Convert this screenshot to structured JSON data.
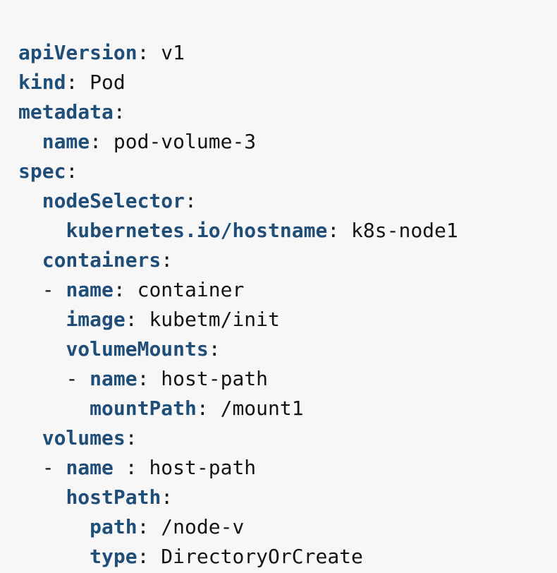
{
  "document": {
    "kind": "yaml-manifest",
    "resource_kind": "Pod",
    "api_version": "v1",
    "name": "pod-volume-3",
    "colors": {
      "background": "#f7f7f7",
      "key": "#1f4e79",
      "value": "#141414",
      "punctuation": "#141414"
    }
  },
  "yaml": {
    "lines": [
      {
        "indent": "",
        "dash": "",
        "key": "apiVersion",
        "sep": ":",
        "value": " v1"
      },
      {
        "indent": "",
        "dash": "",
        "key": "kind",
        "sep": ":",
        "value": " Pod"
      },
      {
        "indent": "",
        "dash": "",
        "key": "metadata",
        "sep": ":",
        "value": ""
      },
      {
        "indent": "  ",
        "dash": "",
        "key": "name",
        "sep": ":",
        "value": " pod-volume-3"
      },
      {
        "indent": "",
        "dash": "",
        "key": "spec",
        "sep": ":",
        "value": ""
      },
      {
        "indent": "  ",
        "dash": "",
        "key": "nodeSelector",
        "sep": ":",
        "value": ""
      },
      {
        "indent": "    ",
        "dash": "",
        "key": "kubernetes.io/hostname",
        "sep": ":",
        "value": " k8s-node1"
      },
      {
        "indent": "  ",
        "dash": "",
        "key": "containers",
        "sep": ":",
        "value": ""
      },
      {
        "indent": "  ",
        "dash": "- ",
        "key": "name",
        "sep": ":",
        "value": " container"
      },
      {
        "indent": "    ",
        "dash": "",
        "key": "image",
        "sep": ":",
        "value": " kubetm/init"
      },
      {
        "indent": "    ",
        "dash": "",
        "key": "volumeMounts",
        "sep": ":",
        "value": ""
      },
      {
        "indent": "    ",
        "dash": "- ",
        "key": "name",
        "sep": ":",
        "value": " host-path"
      },
      {
        "indent": "      ",
        "dash": "",
        "key": "mountPath",
        "sep": ":",
        "value": " /mount1"
      },
      {
        "indent": "  ",
        "dash": "",
        "key": "volumes",
        "sep": ":",
        "value": ""
      },
      {
        "indent": "  ",
        "dash": "- ",
        "key": "name",
        "sep": " :",
        "value": " host-path"
      },
      {
        "indent": "    ",
        "dash": "",
        "key": "hostPath",
        "sep": ":",
        "value": ""
      },
      {
        "indent": "      ",
        "dash": "",
        "key": "path",
        "sep": ":",
        "value": " /node-v"
      },
      {
        "indent": "      ",
        "dash": "",
        "key": "type",
        "sep": ":",
        "value": " DirectoryOrCreate"
      }
    ]
  }
}
